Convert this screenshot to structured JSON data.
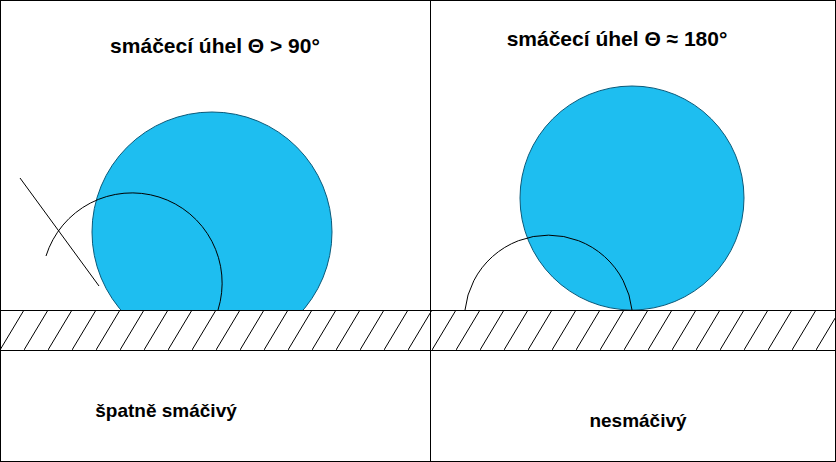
{
  "diagram": {
    "nodes": [
      {
        "text": [
          "smáčecí úhel Θ > 90°",
          "špatně smáčivý"
        ]
      },
      {
        "text": [
          "smáčecí úhel Θ ≈ 180°",
          "nesmáčivý"
        ]
      }
    ]
  }
}
